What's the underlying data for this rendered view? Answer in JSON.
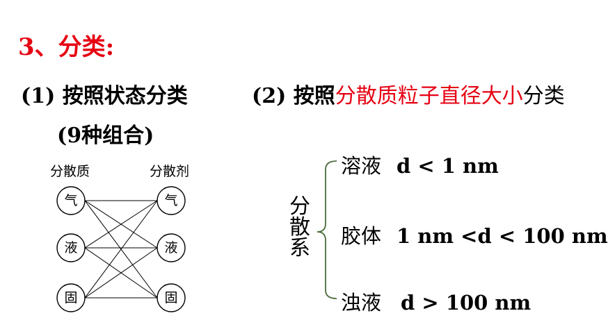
{
  "heading": "3、分类:",
  "left": {
    "title": "(1) 按照状态分类",
    "subtitle": "(9种组合)",
    "col_dispersed": "分散质",
    "col_medium": "分散剂",
    "states": [
      "气",
      "液",
      "固"
    ]
  },
  "right": {
    "title_prefix": "(2) 按照",
    "title_highlight": "分散质粒子直径大小",
    "title_suffix": "分类",
    "group_label": "分散系",
    "categories": [
      {
        "name": "溶液",
        "criterion": "d < 1 nm"
      },
      {
        "name": "胶体",
        "criterion": "1 nm <d < 100 nm"
      },
      {
        "name": "浊液",
        "criterion": "d > 100 nm"
      }
    ]
  },
  "colors": {
    "accent_red": "#e60012",
    "brace_green": "#4a6b3a"
  }
}
